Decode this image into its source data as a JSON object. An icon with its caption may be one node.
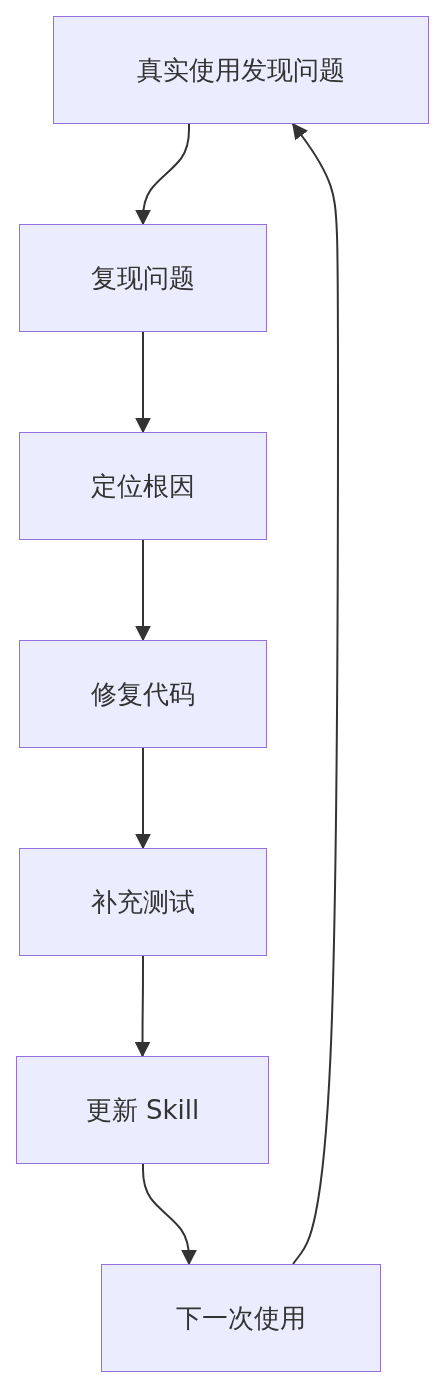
{
  "diagram": {
    "nodes": [
      {
        "text": [
          "真实使用发现问题"
        ]
      },
      {
        "text": [
          "复现问题"
        ]
      },
      {
        "text": [
          "定位根因"
        ]
      },
      {
        "text": [
          "修复代码"
        ]
      },
      {
        "text": [
          "补充测试"
        ]
      },
      {
        "text": [
          "更新 Skill"
        ]
      },
      {
        "text": [
          "下一次使用"
        ]
      }
    ],
    "edges": [
      {
        "from": 0,
        "to": 1,
        "arrow": "to"
      },
      {
        "from": 1,
        "to": 2,
        "arrow": "to"
      },
      {
        "from": 2,
        "to": 3,
        "arrow": "to"
      },
      {
        "from": 3,
        "to": 4,
        "arrow": "to"
      },
      {
        "from": 4,
        "to": 5,
        "arrow": "to"
      },
      {
        "from": 5,
        "to": 6,
        "arrow": "to"
      },
      {
        "from": 6,
        "to": 0,
        "arrow": "to"
      }
    ]
  }
}
